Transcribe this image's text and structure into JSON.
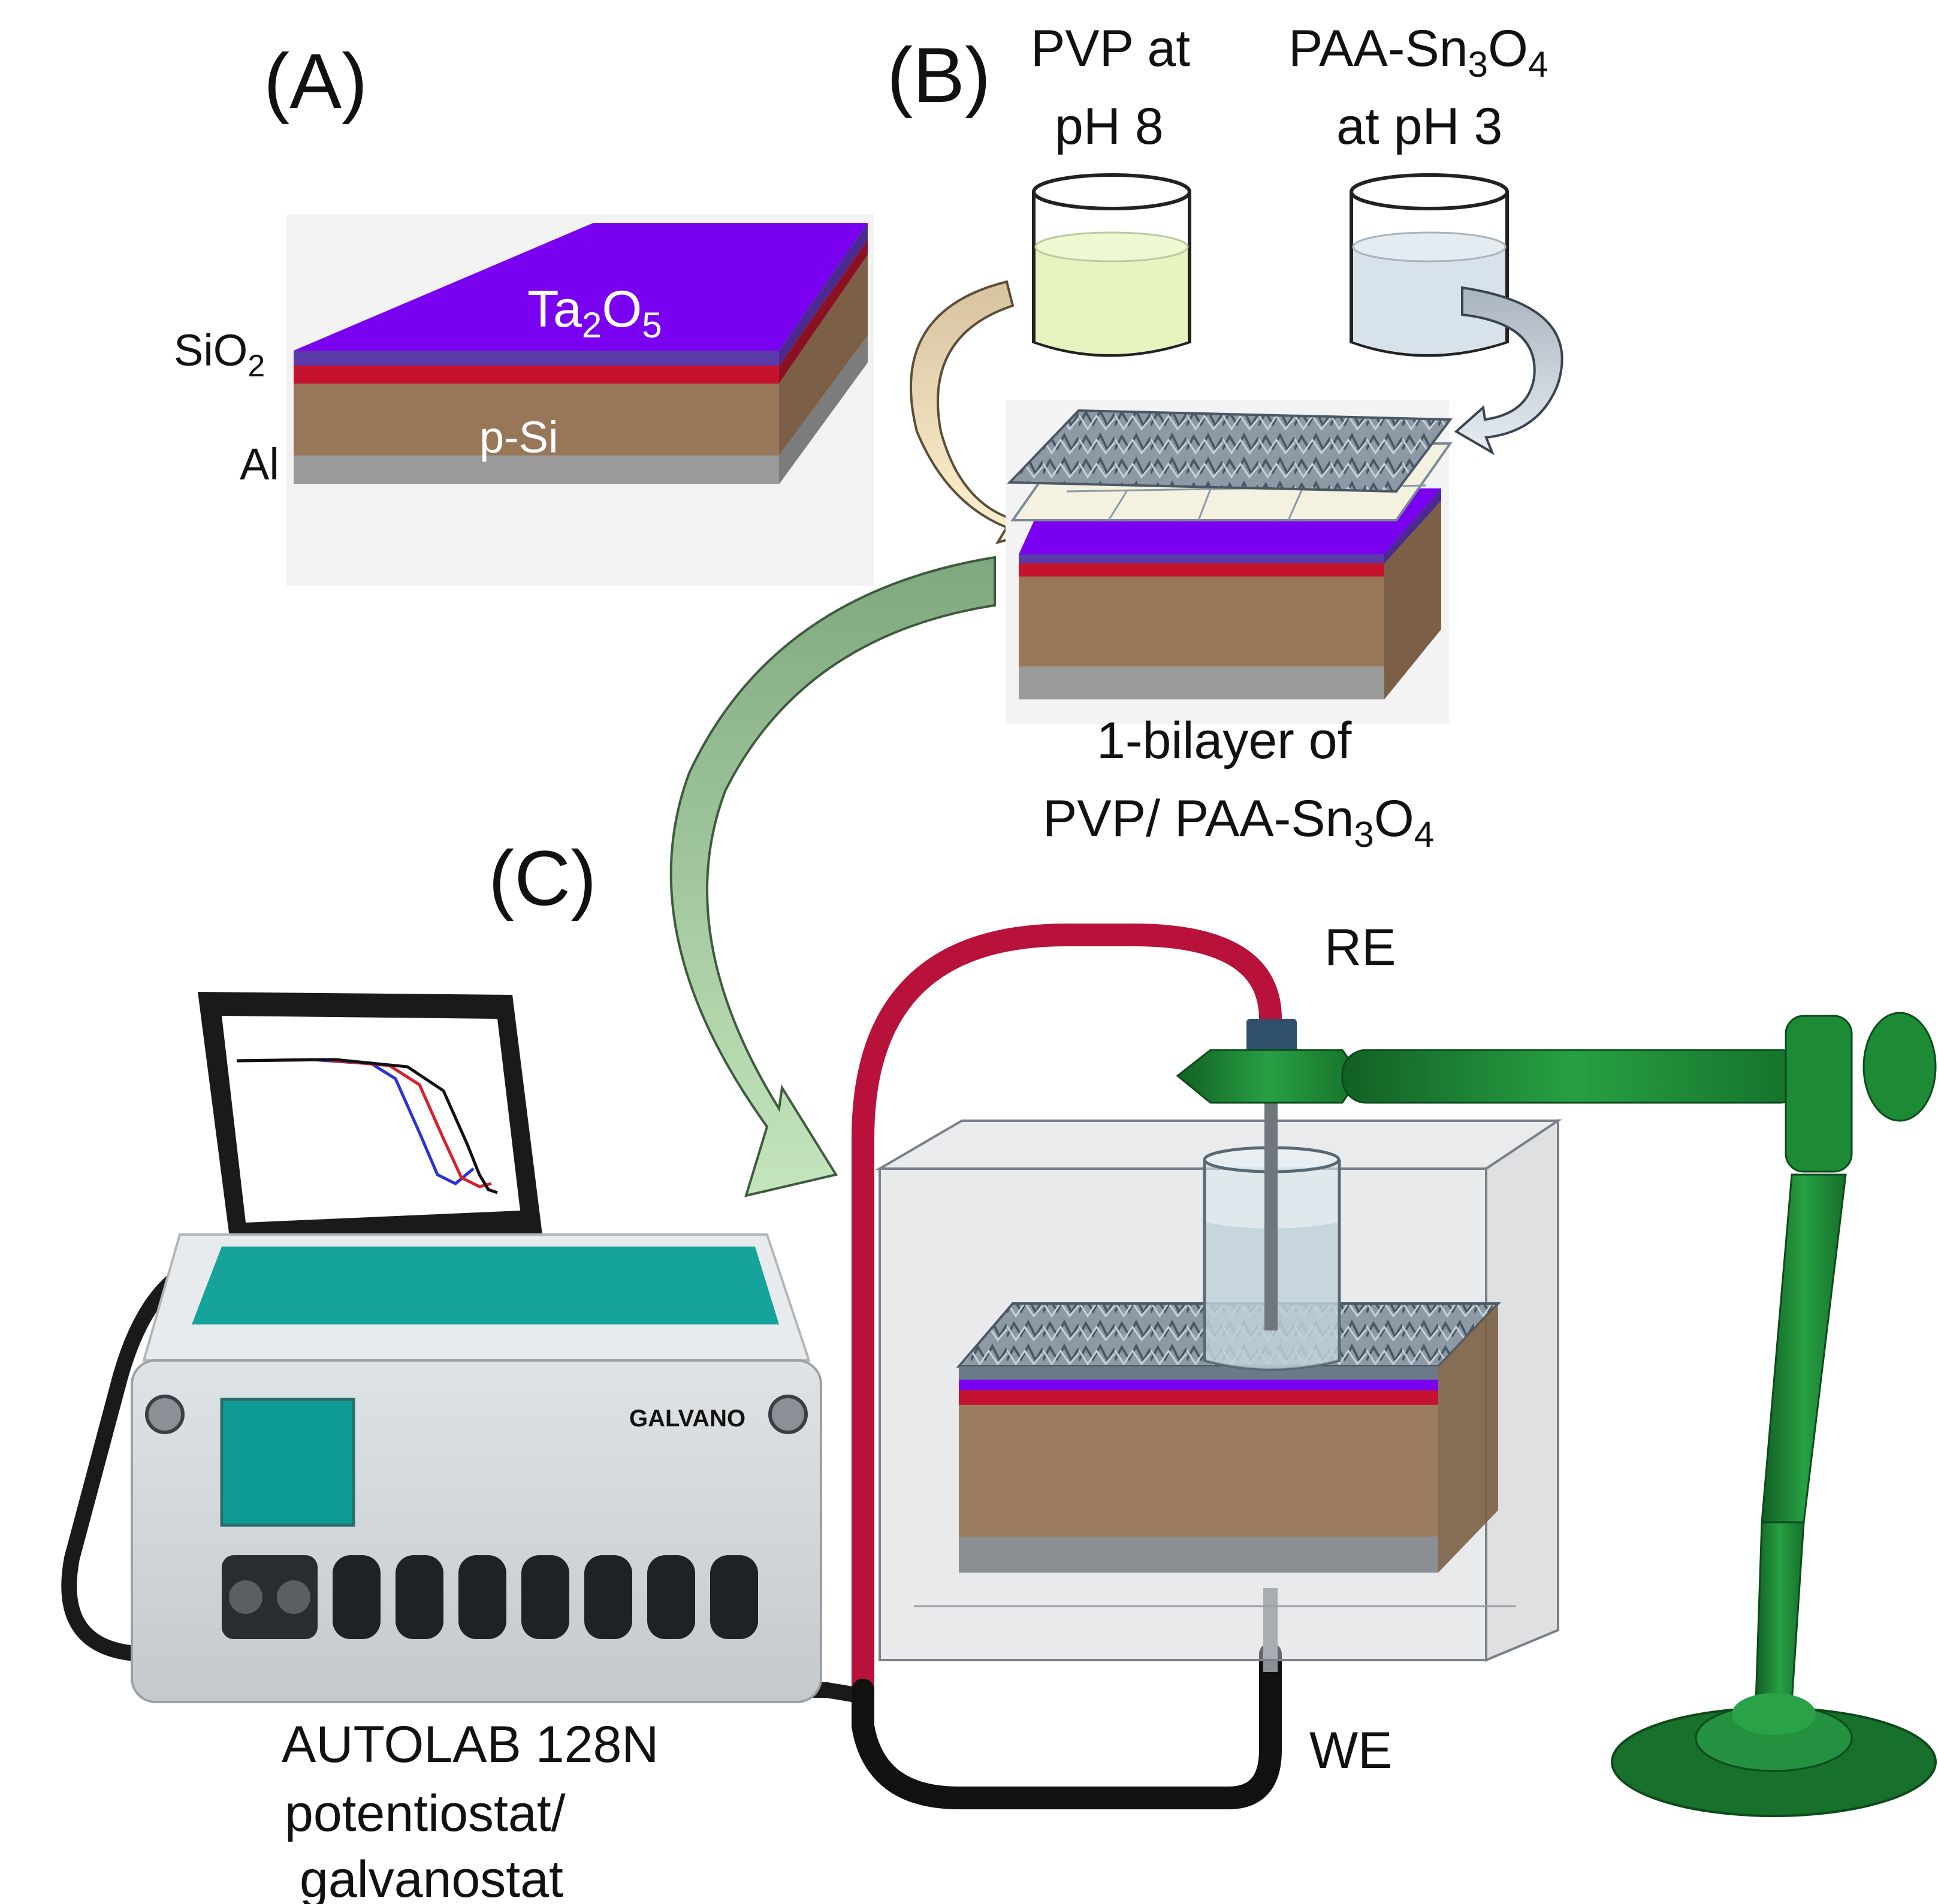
{
  "panels": {
    "a": "(A)",
    "b": "(B)",
    "c": "(C)"
  },
  "panel_a": {
    "top_layer": {
      "base": "Ta",
      "sub1": "2",
      "mid": "O",
      "sub2": "5"
    },
    "oxide_layer": {
      "base": "SiO",
      "sub": "2"
    },
    "substrate": "p-Si",
    "contact": "Al"
  },
  "panel_b": {
    "beaker_left": {
      "line1": "PVP at",
      "line2": "pH 8"
    },
    "beaker_right": {
      "line1_part1": "PAA-Sn",
      "line1_sub1": "3",
      "line1_part2": "O",
      "line1_sub2": "4",
      "line2": "at pH 3"
    },
    "caption": {
      "line1": "1-bilayer of",
      "line2_part1": "PVP/ PAA-Sn",
      "line2_sub1": "3",
      "line2_part2": "O",
      "line2_sub2": "4"
    }
  },
  "panel_c": {
    "reference_electrode": "RE",
    "working_electrode": "WE",
    "instrument": {
      "line1": "AUTOLAB 128N",
      "line2": "potentiostat/",
      "line3": "galvanostat"
    },
    "instrument_brand": "GALVANO"
  },
  "colors": {
    "ta2o5": "#7a00f0",
    "sio2": "#c4122f",
    "psi": "#987759",
    "al": "#9a9a9a",
    "red_cable": "#b8123a",
    "black_cable": "#111111",
    "stand": "#1f8a36",
    "instrument_lid": "#15a39c",
    "arrow_tan": "#d8c2a0",
    "arrow_grey": "#c9d2dc",
    "arrow_green": "#9fc49a"
  },
  "icons": {
    "laptop": "laptop-icon",
    "potentiostat": "potentiostat-icon",
    "stand": "lab-stand-icon",
    "beaker": "beaker-icon"
  }
}
